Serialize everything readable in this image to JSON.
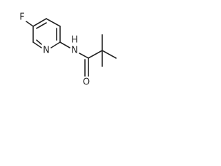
{
  "molecule": {
    "atoms": {
      "fluorine": "F",
      "ring_nitrogen": "N",
      "amide_nitrogen_hydrogen": "H",
      "amide_nitrogen": "N",
      "carbonyl_oxygen": "O"
    },
    "colors": {
      "bond": "#222222",
      "label": "#222222",
      "background": "#ffffff"
    }
  }
}
